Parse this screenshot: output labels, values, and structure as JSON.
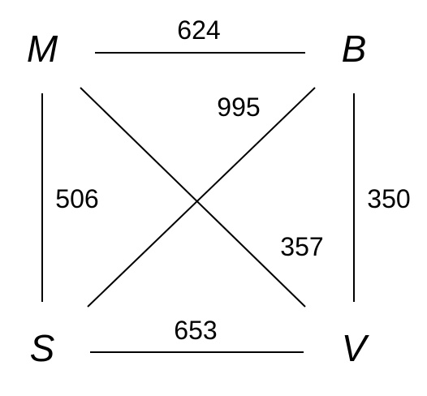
{
  "nodes": [
    {
      "id": "M",
      "label": "M"
    },
    {
      "id": "B",
      "label": "B"
    },
    {
      "id": "S",
      "label": "S"
    },
    {
      "id": "V",
      "label": "V"
    }
  ],
  "edges": [
    {
      "from": "M",
      "to": "B",
      "weight": "624"
    },
    {
      "from": "M",
      "to": "S",
      "weight": "506"
    },
    {
      "from": "B",
      "to": "V",
      "weight": "350"
    },
    {
      "from": "S",
      "to": "V",
      "weight": "653"
    },
    {
      "from": "S",
      "to": "B",
      "weight": "995"
    },
    {
      "from": "M",
      "to": "V",
      "weight": "357"
    }
  ]
}
